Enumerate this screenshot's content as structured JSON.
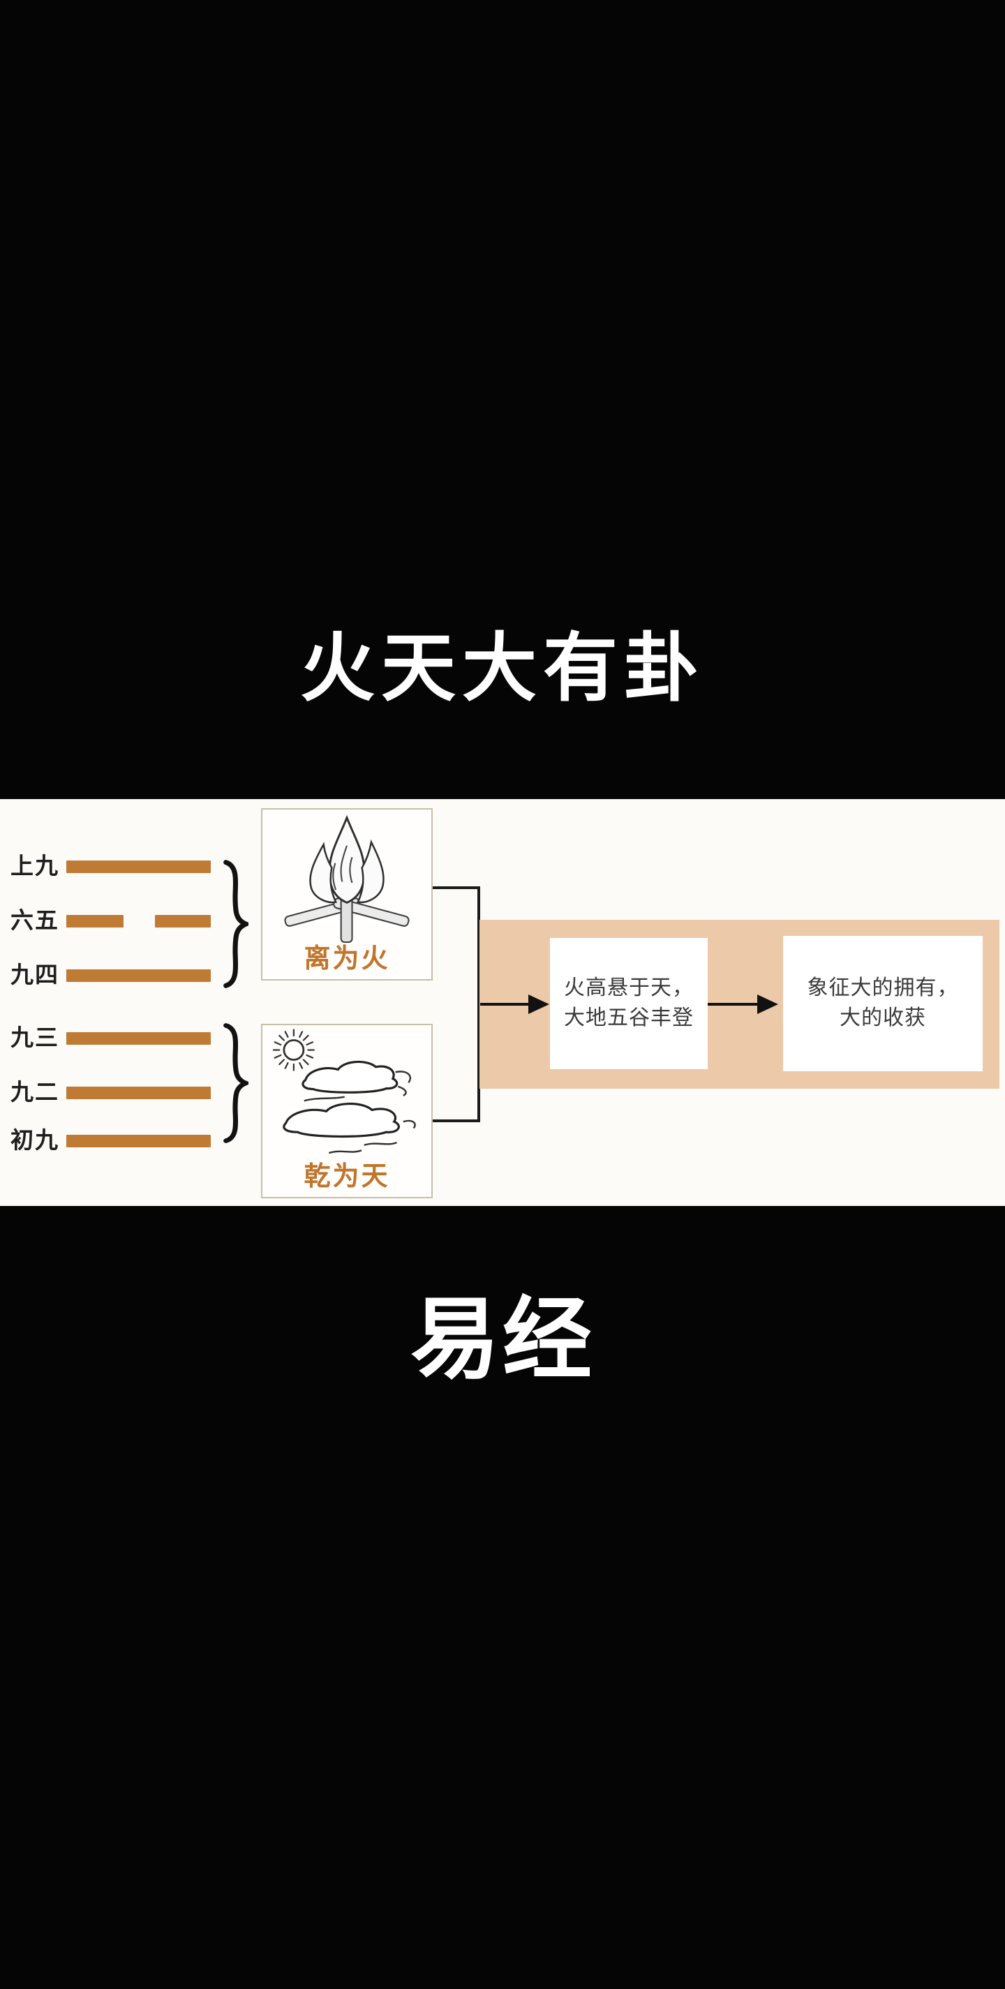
{
  "title": {
    "text": "火天大有卦"
  },
  "footer": {
    "text": "易经"
  },
  "hexagram": {
    "lines": [
      {
        "label": "上九",
        "type": "solid"
      },
      {
        "label": "六五",
        "type": "broken"
      },
      {
        "label": "九四",
        "type": "solid"
      },
      {
        "label": "九三",
        "type": "solid"
      },
      {
        "label": "九二",
        "type": "solid"
      },
      {
        "label": "初九",
        "type": "solid"
      }
    ],
    "line_color": "#bf7a33"
  },
  "trigrams": {
    "upper": {
      "label": "离为火",
      "icon": "campfire-icon"
    },
    "lower": {
      "label": "乾为天",
      "icon": "sun-clouds-icon"
    },
    "label_color": "#c0752b"
  },
  "flow": {
    "band_color": "#ecc9a8",
    "steps": [
      {
        "line1": "火高悬于天，",
        "line2": "大地五谷丰登"
      },
      {
        "line1": "象征大的拥有，",
        "line2": "大的收获"
      }
    ]
  },
  "colors": {
    "page_bg": "#050505",
    "panel_bg": "#fcfbf8",
    "title_color": "#ffffff",
    "connector": "#1b1b1b"
  }
}
